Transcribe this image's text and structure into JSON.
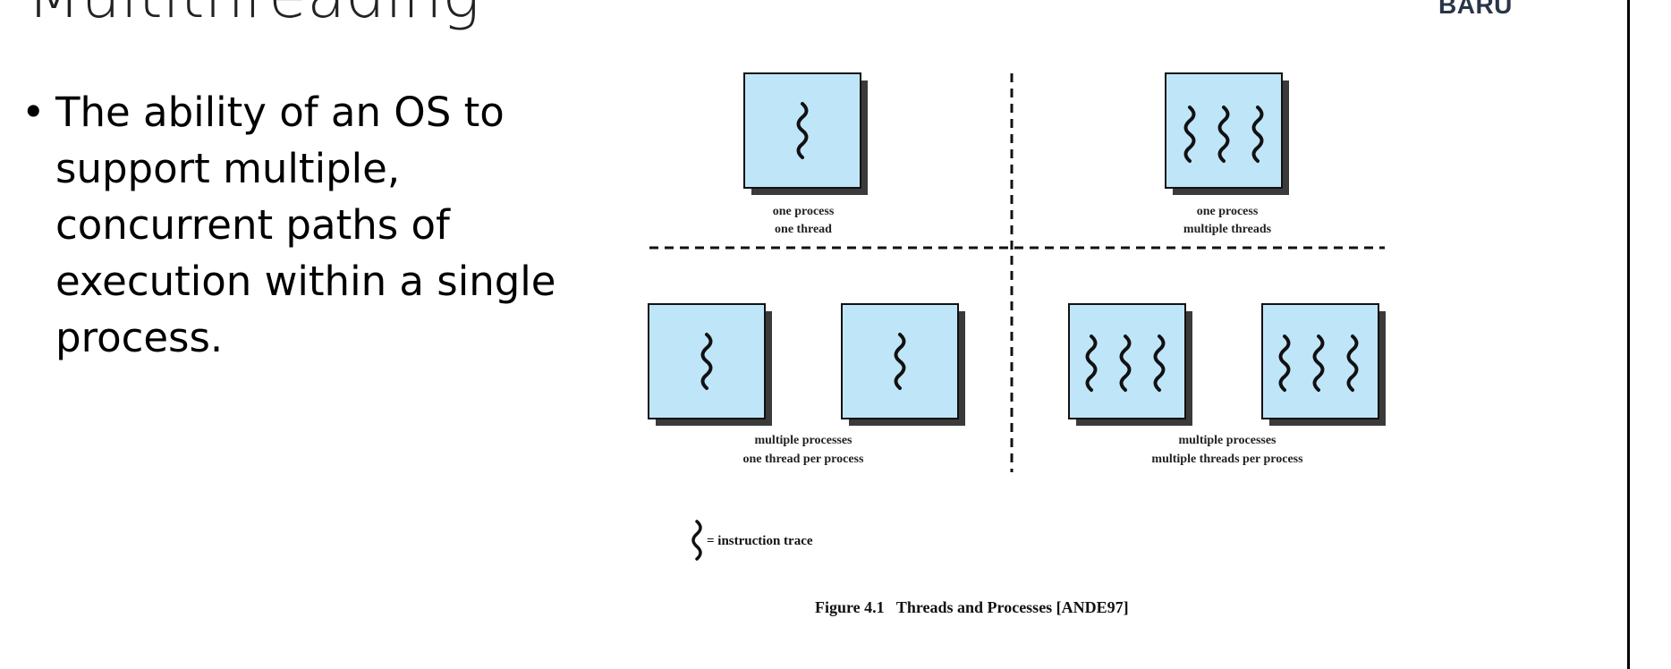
{
  "slide": {
    "title": "Multithreading",
    "logo_text": "BARU",
    "bullet": "The ability of an OS to support multiple, concurrent paths of execution within a single process."
  },
  "figure": {
    "panels": [
      {
        "line1": "one process",
        "line2": "one thread"
      },
      {
        "line1": "one process",
        "line2": "multiple threads"
      },
      {
        "line1": "multiple processes",
        "line2": "one thread per process"
      },
      {
        "line1": "multiple processes",
        "line2": "multiple threads per process"
      }
    ],
    "legend": "= instruction trace",
    "caption": "Figure 4.1   Threads and Processes [ANDE97]",
    "colors": {
      "process_fill": "#bfe6f8",
      "shadow": "#3a3a3a"
    }
  }
}
